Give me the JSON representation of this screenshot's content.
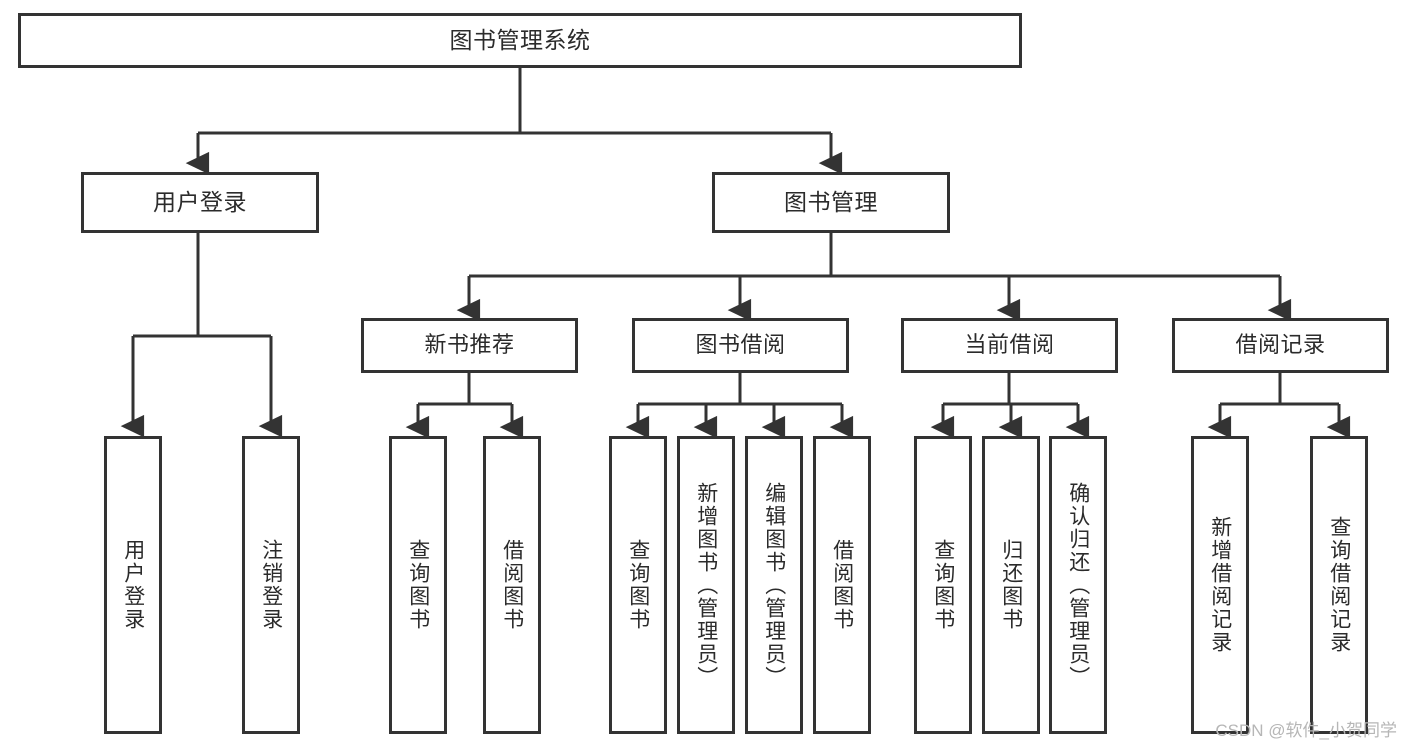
{
  "diagram": {
    "type": "tree",
    "title": "图书管理系统",
    "colors": {
      "stroke": "#333333",
      "fill": "#ffffff",
      "text": "#2b2b2b",
      "watermark": "#b6b6b6"
    },
    "root": {
      "label": "图书管理系统"
    },
    "level2": [
      {
        "label": "用户登录"
      },
      {
        "label": "图书管理"
      }
    ],
    "level3": [
      {
        "label": "新书推荐"
      },
      {
        "label": "图书借阅"
      },
      {
        "label": "当前借阅"
      },
      {
        "label": "借阅记录"
      }
    ],
    "leaves": {
      "user_login": [
        {
          "label": "用户登录"
        },
        {
          "label": "注销登录"
        }
      ],
      "new_book": [
        {
          "label": "查询图书"
        },
        {
          "label": "借阅图书"
        }
      ],
      "book_borrow": [
        {
          "label": "查询图书"
        },
        {
          "label": "新增图书（管理员）"
        },
        {
          "label": "编辑图书（管理员）"
        },
        {
          "label": "借阅图书"
        }
      ],
      "current_borrow": [
        {
          "label": "查询图书"
        },
        {
          "label": "归还图书"
        },
        {
          "label": "确认归还（管理员）"
        }
      ],
      "borrow_record": [
        {
          "label": "新增借阅记录"
        },
        {
          "label": "查询借阅记录"
        }
      ]
    }
  },
  "watermark": {
    "text": "CSDN @软件_小贺同学"
  }
}
